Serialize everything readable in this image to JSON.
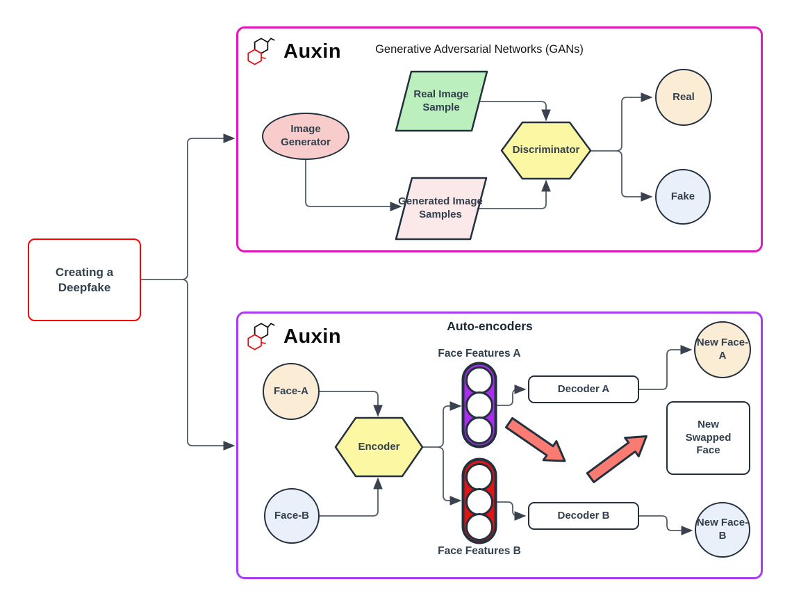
{
  "brand": {
    "name": "Auxin"
  },
  "root_node": {
    "label": "Creating a Deepfake"
  },
  "gan": {
    "title": "Generative Adversarial Networks (GANs)",
    "image_generator": "Image Generator",
    "real_image_sample": "Real Image Sample",
    "generated_image_samples": "Generated Image Samples",
    "discriminator": "Discriminator",
    "real": "Real",
    "fake": "Fake"
  },
  "ae": {
    "title": "Auto-encoders",
    "face_a": "Face-A",
    "face_b": "Face-B",
    "encoder": "Encoder",
    "face_features_a": "Face Features A",
    "face_features_b": "Face Features B",
    "decoder_a": "Decoder A",
    "decoder_b": "Decoder B",
    "new_face_a": "New Face-A",
    "new_face_b": "New Face-B",
    "new_swapped_face": "New Swapped Face"
  },
  "colors": {
    "gan_panel_border": "#E118BB",
    "ae_panel_border": "#A93BF2",
    "root_border": "#FD0101",
    "shape_border": "#23303D",
    "connector": "#515B66",
    "hexagon_fill": "#FCF7A3",
    "green_fill": "#BBEFBD",
    "pink_fill": "#F8CCCB",
    "light_pink_fill": "#FBE8E8",
    "cream_fill": "#FAECD5",
    "light_blue_fill": "#E9F0FA",
    "purple_pill_fill": "#A92DEE",
    "red_pill_fill": "#DF1414",
    "salmon_arrow_fill": "#F97B72"
  }
}
